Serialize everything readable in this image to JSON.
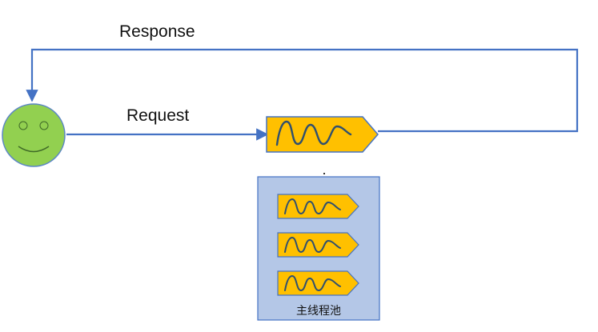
{
  "labels": {
    "response": "Response",
    "request": "Request",
    "pool": "主线程池"
  },
  "icons": {
    "client": "smiley-face-icon",
    "thread": "thread-wave-icon"
  },
  "pool": {
    "thread_count": 3
  },
  "colors": {
    "arrow": "#4472c4",
    "thread_fill": "#ffc000",
    "thread_stroke": "#4472c4",
    "wave": "#2f4f6f",
    "face_fill": "#92d050",
    "face_stroke": "#5b86c5",
    "pool_fill": "#b4c7e7",
    "pool_stroke": "#4472c4"
  }
}
